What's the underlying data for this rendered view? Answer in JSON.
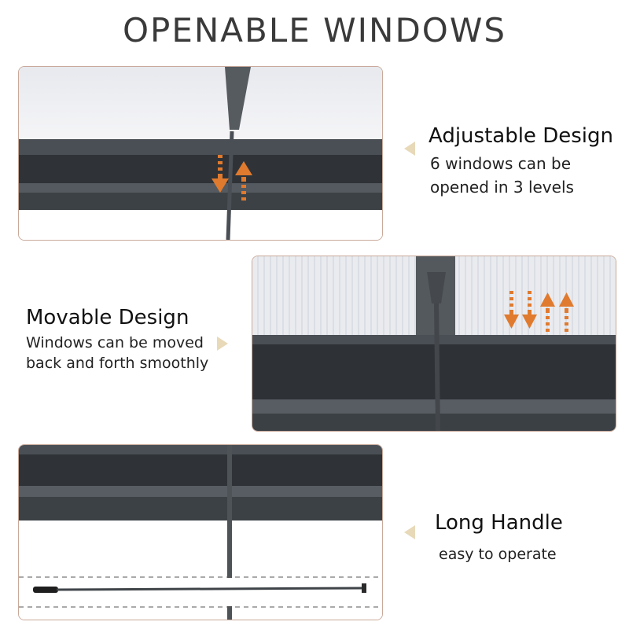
{
  "title": "OPENABLE WINDOWS",
  "colors": {
    "accent_arrow": "#e07a2e",
    "frame": "#3d4247",
    "pointer": "#e8d9b8",
    "panel_border": "#c9a99a"
  },
  "features": [
    {
      "title": "Adjustable Design",
      "desc_lines": [
        "6 windows can be",
        "opened in 3 levels"
      ]
    },
    {
      "title": "Movable Design",
      "desc_lines": [
        "Windows can be moved",
        "back and forth smoothly"
      ]
    },
    {
      "title": "Long Handle",
      "desc_lines": [
        "easy to operate"
      ]
    }
  ]
}
